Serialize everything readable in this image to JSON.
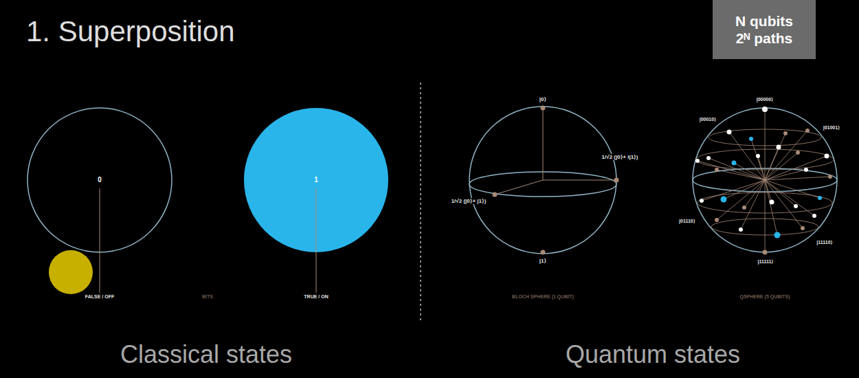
{
  "diagram": {
    "title": "1. Superposition",
    "nodes": [
      {
        "text": [
          "N qubits",
          "2ᴺ paths"
        ]
      },
      {
        "text": [
          "0"
        ]
      },
      {
        "text": [
          "1"
        ]
      }
    ],
    "labels": [
      "FALSE / OFF",
      "BITS",
      "TRUE / ON",
      "|0⟩",
      "1/√2 (|0⟩+ i|1⟩)",
      "1/√2 (|0⟩+ |1⟩)",
      "|1⟩",
      "BLOCH SPHERE (1 QUBIT)",
      "|00000⟩",
      "|00010⟩",
      "|01001⟩",
      "|01110⟩",
      "|11110⟩",
      "|11111⟩",
      "QSPHERE (5 QUBITS)",
      "Classical states",
      "Quantum states"
    ]
  }
}
